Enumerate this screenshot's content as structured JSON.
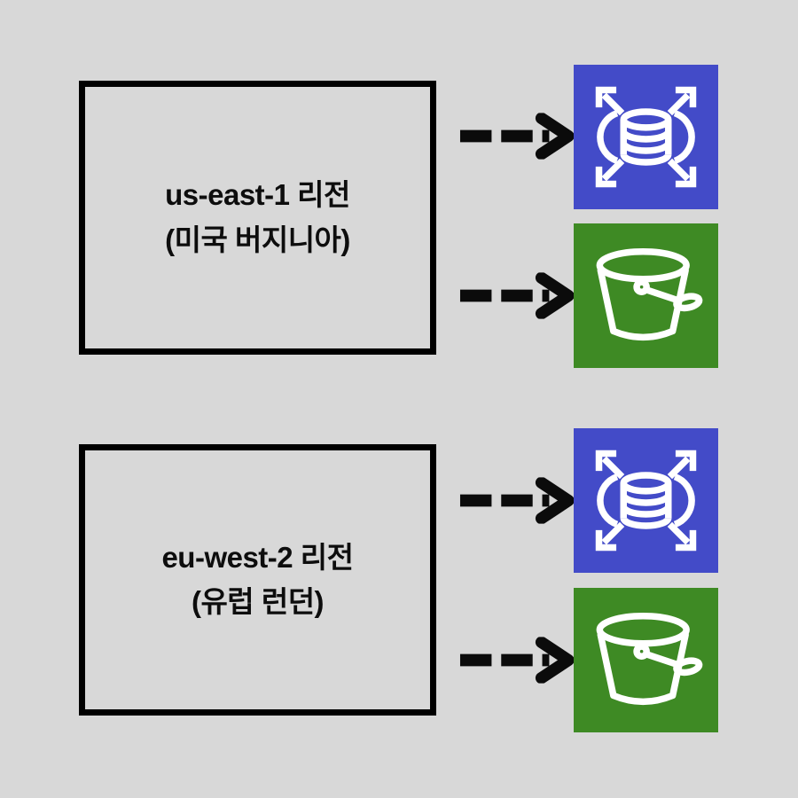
{
  "colors": {
    "background": "#D8D8D8",
    "box_border": "#000000",
    "arrow": "#0B0B0B",
    "text": "#0D0D0D",
    "icon_stroke": "#FFFFFF",
    "dynamodb_blue": "#434BC8",
    "s3_green": "#3E8A24"
  },
  "regions": [
    {
      "title": "us-east-1 리전",
      "subtitle": "(미국 버지니아)",
      "targets": [
        {
          "icon": "dynamodb-global-table",
          "color": "#434BC8"
        },
        {
          "icon": "s3-bucket",
          "color": "#3E8A24"
        }
      ]
    },
    {
      "title": "eu-west-2 리전",
      "subtitle": "(유럽 런던)",
      "targets": [
        {
          "icon": "dynamodb-global-table",
          "color": "#434BC8"
        },
        {
          "icon": "s3-bucket",
          "color": "#3E8A24"
        }
      ]
    }
  ]
}
